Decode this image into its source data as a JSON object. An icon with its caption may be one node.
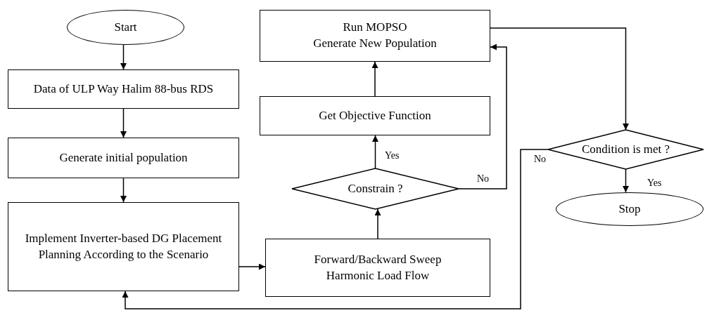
{
  "diagram": {
    "nodes": [
      {
        "text": [
          "Start"
        ]
      },
      {
        "text": [
          "Data of ULP Way Halim 88-bus RDS"
        ]
      },
      {
        "text": [
          "Generate initial population"
        ]
      },
      {
        "text": [
          "Implement Inverter-based DG Placement Planning According to the Scenario"
        ]
      },
      {
        "text": [
          "Forward/Backward Sweep Harmonic Load Flow"
        ]
      },
      {
        "text": [
          "Constrain ?"
        ]
      },
      {
        "text": [
          "Get Objective Function"
        ]
      },
      {
        "text": [
          "Run MOPSO",
          "Generate New Population"
        ]
      },
      {
        "text": [
          "Condition is met ?"
        ]
      },
      {
        "text": [
          "Stop"
        ]
      }
    ],
    "edges": [
      {
        "from": 0,
        "to": 1,
        "arrow": "to"
      },
      {
        "from": 1,
        "to": 2,
        "arrow": "to"
      },
      {
        "from": 2,
        "to": 3,
        "arrow": "to"
      },
      {
        "from": 3,
        "to": 4,
        "arrow": "to"
      },
      {
        "from": 4,
        "to": 5,
        "arrow": "to"
      },
      {
        "from": 5,
        "to": 6,
        "arrow": "to",
        "label": "Yes"
      },
      {
        "from": 5,
        "to": 7,
        "arrow": "to",
        "label": "No"
      },
      {
        "from": 6,
        "to": 7,
        "arrow": "to"
      },
      {
        "from": 7,
        "to": 8,
        "arrow": "to"
      },
      {
        "from": 8,
        "to": 9,
        "arrow": "to",
        "label": "Yes"
      },
      {
        "from": 8,
        "to": 3,
        "arrow": "to",
        "label": "No"
      }
    ]
  }
}
